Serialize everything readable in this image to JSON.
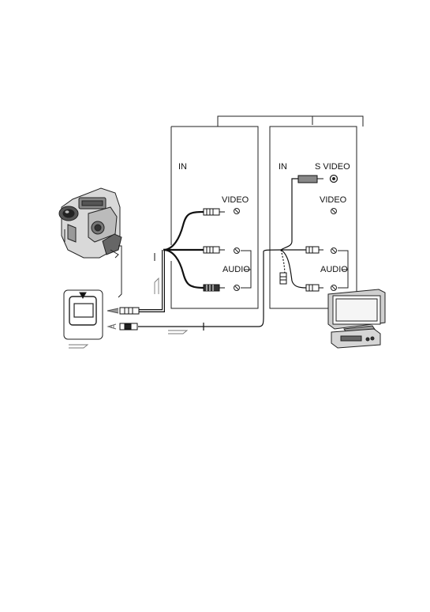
{
  "left_panel": {
    "in_label": "IN",
    "video_label": "VIDEO",
    "audio_label": "AUDIO"
  },
  "right_panel": {
    "in_label": "IN",
    "svideo_label": "S VIDEO",
    "video_label": "VIDEO",
    "audio_label": "AUDIO"
  },
  "icons": {
    "camcorder": "camcorder-icon",
    "switch_door": "av-jack-cover-icon",
    "tv": "tv-icon",
    "vcr": "vcr-icon"
  }
}
